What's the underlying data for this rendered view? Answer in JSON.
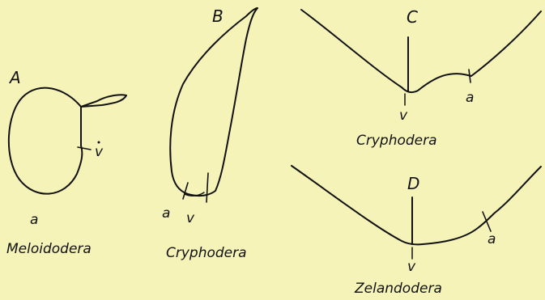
{
  "panels": {
    "A": {
      "letter": "A",
      "v_label": "v",
      "a_label": "a",
      "genus": "Meloidodera"
    },
    "B": {
      "letter": "B",
      "a_label": "a",
      "v_label": "v",
      "genus": "Cryphodera"
    },
    "C": {
      "letter": "C",
      "v_label": "v",
      "a_label": "a",
      "genus": "Cryphodera"
    },
    "D": {
      "letter": "D",
      "v_label": "v",
      "a_label": "a",
      "genus": "Zelandodera"
    }
  },
  "colors": {
    "background": "#f5f3b8",
    "ink": "#111111"
  }
}
